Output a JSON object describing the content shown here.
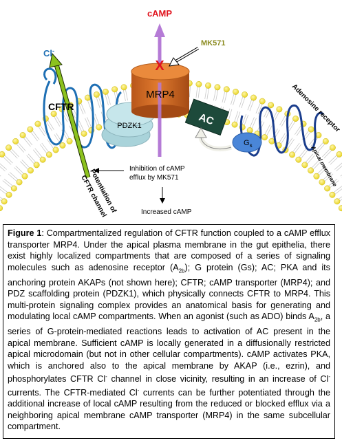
{
  "diagram": {
    "camp_top": "cAMP",
    "cl_top": "Cl",
    "cl_sup": "-",
    "mk571": "MK571",
    "mrp4": "MRP4",
    "cftr": "CFTR",
    "pdzk1": "PDZK1",
    "ac": "AC",
    "gs": "G",
    "gs_sub": "s",
    "adenosine_receptor": "Adenosine receptor",
    "apical_membrane": "Apical membrane",
    "inhibition_line1": "Inhibition of cAMP",
    "inhibition_line2": "efflux by MK571",
    "increased_camp": "Increased cAMP",
    "potentiation_line1": "Potentiation of",
    "potentiation_line2": "CFTR channel",
    "inhibit_mark": "X",
    "colors": {
      "camp_red": "#e0141e",
      "cftr_blue": "#1e6fb4",
      "mrp4_orange": "#d2691e",
      "green_arrow": "#8cc21e",
      "purple_arrow": "#b57bd6",
      "lipid_yellow": "#f2e23c",
      "pdzk1_teal": "#b9dfe5",
      "ac_dark": "#1d4a3b",
      "gs_blue": "#4a86d8",
      "mk571_olive": "#8a8a1e"
    }
  },
  "caption": {
    "label": "Figure 1",
    "text": ": Compartmentalized regulation of CFTR function coupled to a cAMP efflux transporter MRP4. Under the apical plasma membrane in the gut epithelia, there exist highly localized compartments that are composed of a series of signaling molecules such as adenosine receptor (A2b); G protein (Gs); AC; PKA and its anchoring protein AKAPs (not shown here); CFTR; cAMP transporter (MRP4); and PDZ scaffolding protein (PDZK1), which physically connects CFTR to MRP4. This multi-protein signaling complex provides an anatomical basis for generating and modulating local cAMP compartments. When an agonist (such as ADO) binds A2b, a series of G-protein-mediated reactions leads to activation of AC present in the apical membrane. Sufficient cAMP is locally generated in a diffusionally restricted apical microdomain (but not in other cellular compartments). cAMP activates PKA, which is anchored also to the apical membrane by AKAP (i.e., ezrin), and phosphorylates CFTR Cl- channel in close vicinity, resulting in an increase of Cl- currents. The CFTR-mediated Cl- currents can be further potentiated through the additional increase of local cAMP resulting from the reduced or blocked efflux via a neighboring apical membrane cAMP transporter (MRP4) in the same subcellular compartment."
  }
}
